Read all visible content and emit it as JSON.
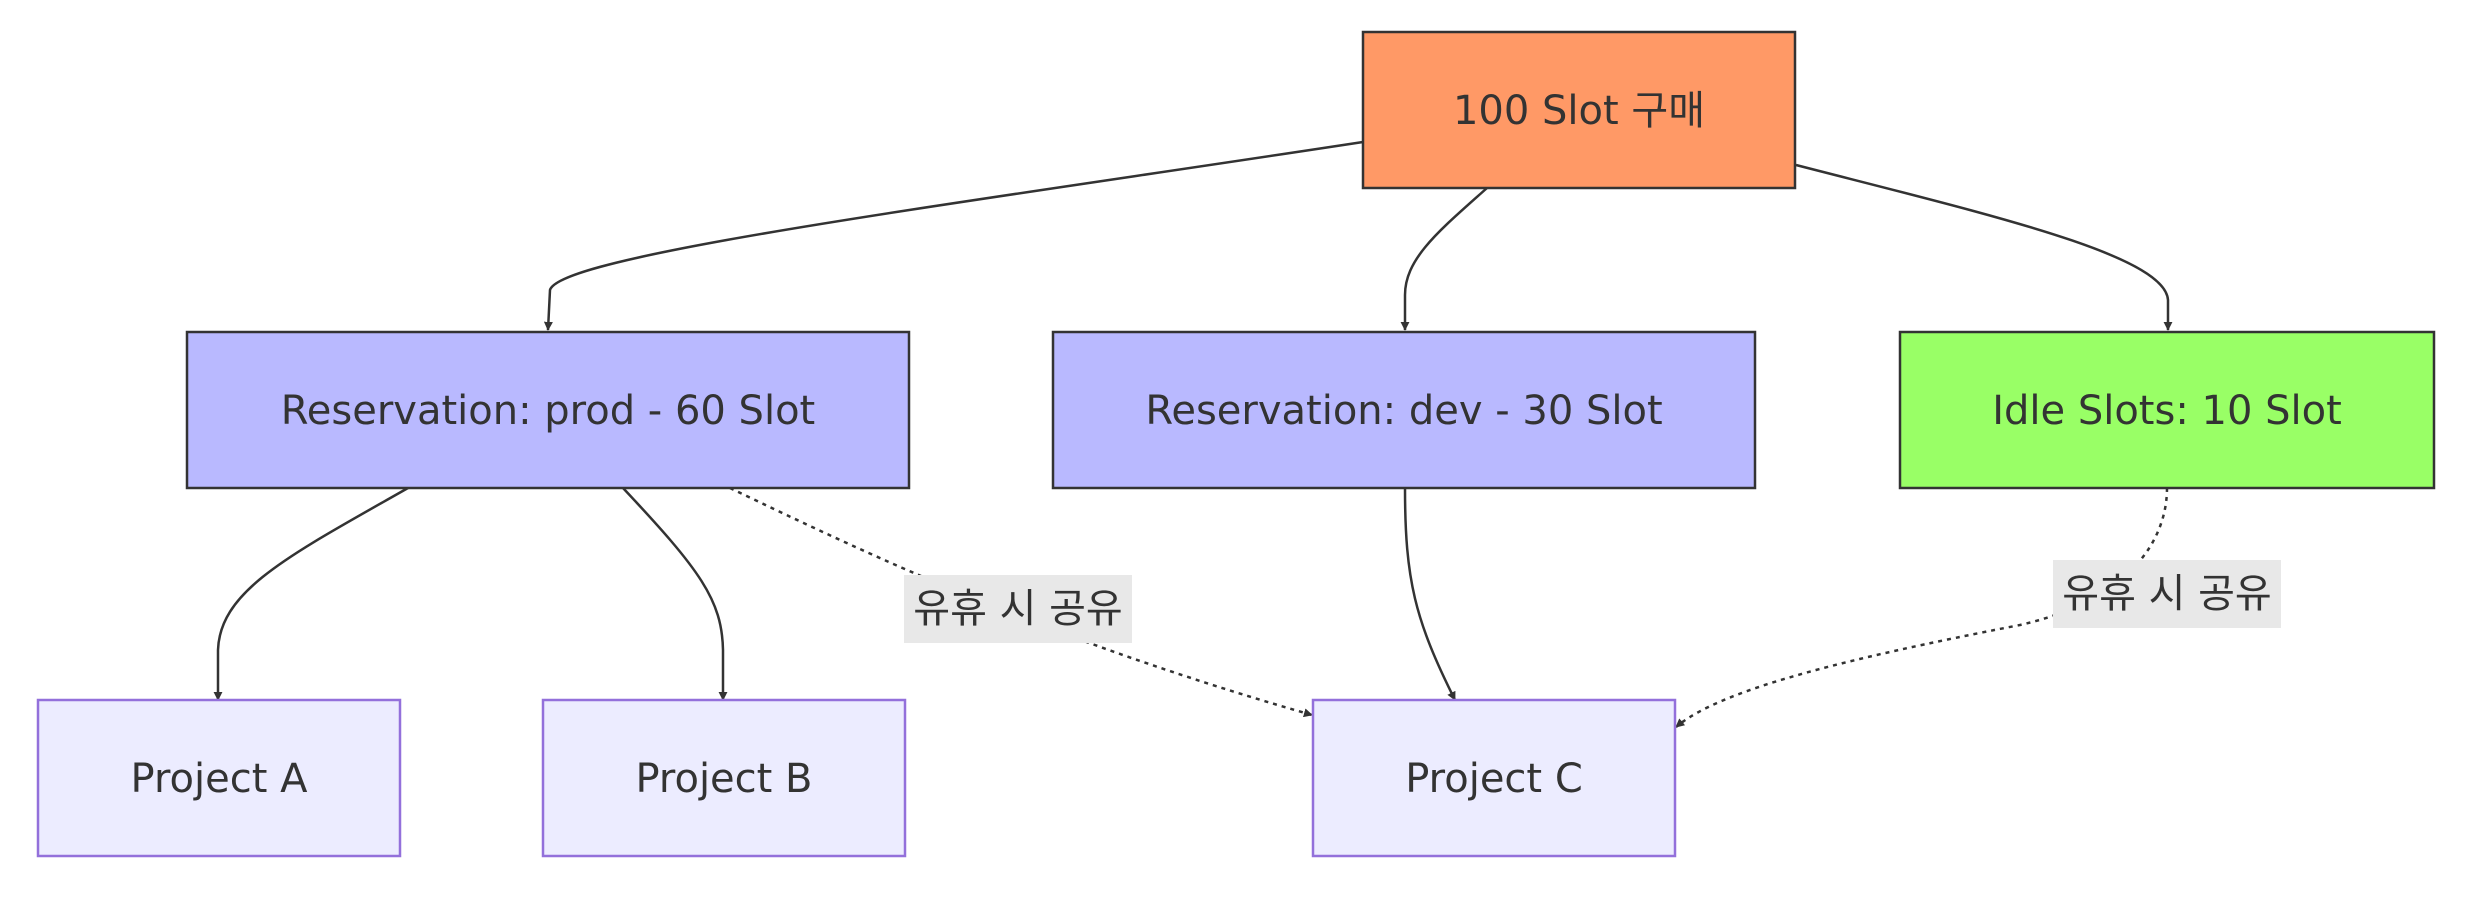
{
  "nodes": [
    {
      "id": "purchase",
      "label": "100 Slot 구매",
      "fill": "#ff9966",
      "stroke": "#333333"
    },
    {
      "id": "prod",
      "label": "Reservation: prod - 60 Slot",
      "fill": "#b9b9ff",
      "stroke": "#333333"
    },
    {
      "id": "dev",
      "label": "Reservation: dev - 30 Slot",
      "fill": "#b9b9ff",
      "stroke": "#333333"
    },
    {
      "id": "idle",
      "label": "Idle Slots: 10 Slot",
      "fill": "#99ff66",
      "stroke": "#333333"
    },
    {
      "id": "projA",
      "label": "Project A",
      "fill": "#ececff",
      "stroke": "#9370db"
    },
    {
      "id": "projB",
      "label": "Project B",
      "fill": "#ececff",
      "stroke": "#9370db"
    },
    {
      "id": "projC",
      "label": "Project C",
      "fill": "#ececff",
      "stroke": "#9370db"
    }
  ],
  "edges": [
    {
      "from": "purchase",
      "to": "prod",
      "style": "solid"
    },
    {
      "from": "purchase",
      "to": "dev",
      "style": "solid"
    },
    {
      "from": "purchase",
      "to": "idle",
      "style": "solid"
    },
    {
      "from": "prod",
      "to": "projA",
      "style": "solid"
    },
    {
      "from": "prod",
      "to": "projB",
      "style": "solid"
    },
    {
      "from": "dev",
      "to": "projC",
      "style": "solid"
    },
    {
      "from": "prod",
      "to": "projC",
      "style": "dotted",
      "label": "유휴 시 공유"
    },
    {
      "from": "idle",
      "to": "projC",
      "style": "dotted",
      "label": "유휴 시 공유"
    }
  ],
  "colors": {
    "line": "#333333",
    "edge_label_bg": "#e8e8e8"
  }
}
